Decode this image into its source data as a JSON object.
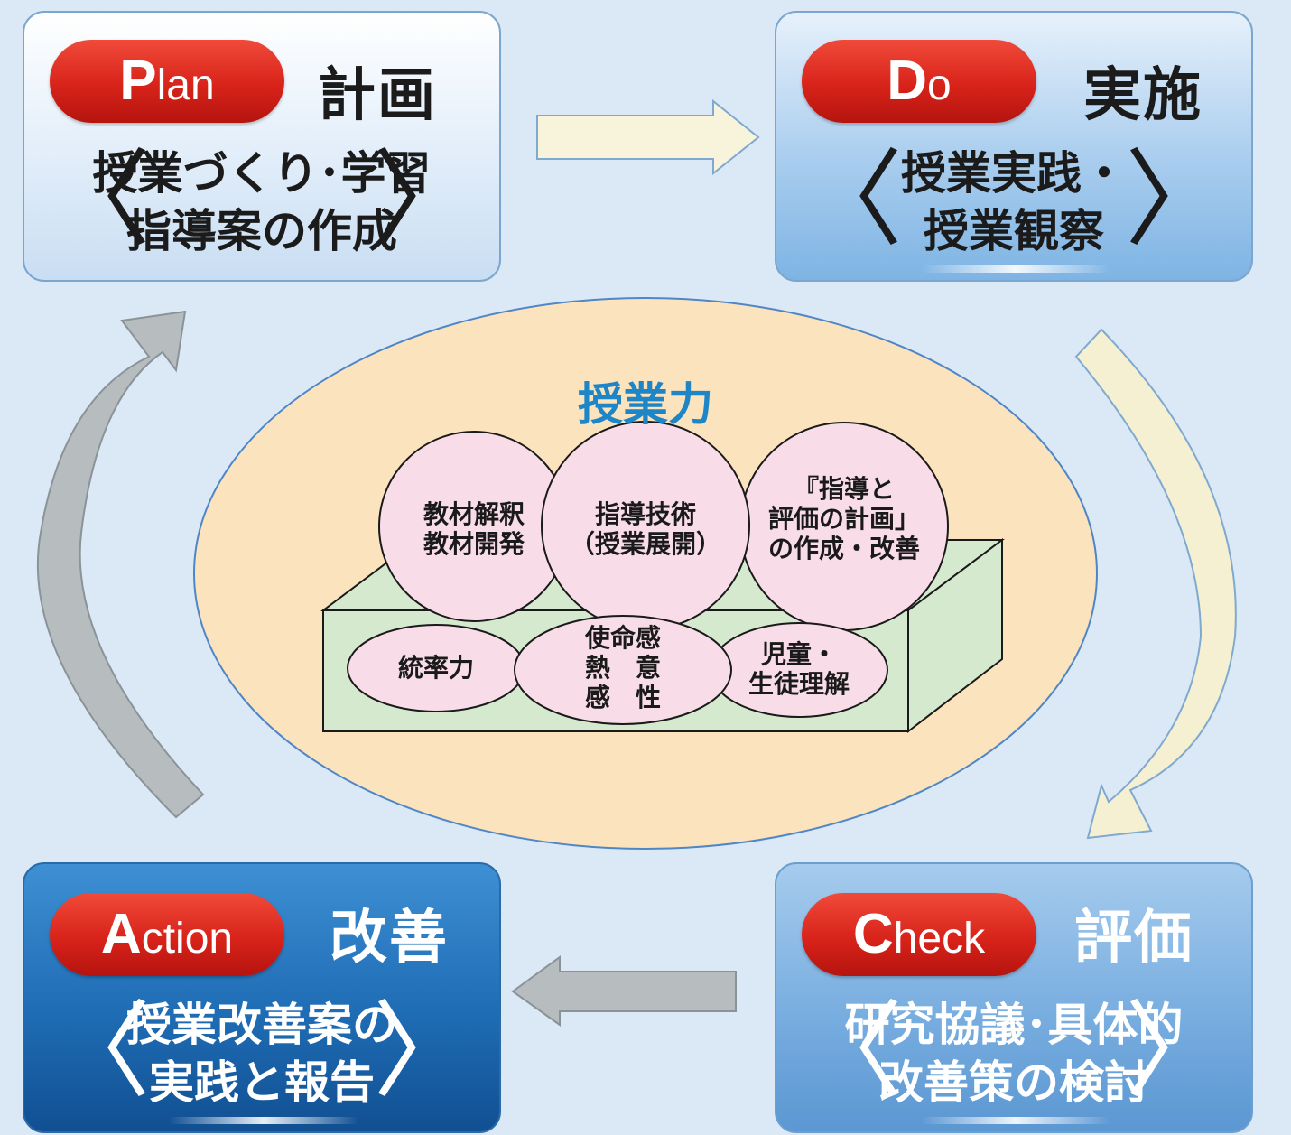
{
  "center": {
    "title": "授業力",
    "top_spheres": [
      {
        "lines": [
          "教材解釈",
          "教材開発"
        ]
      },
      {
        "lines": [
          "指導技術",
          "（授業展開）"
        ]
      },
      {
        "lines": [
          "『指導と",
          "評価の計画」",
          "の作成・改善"
        ]
      }
    ],
    "bottom_ovals": [
      {
        "lines": [
          "統率力"
        ]
      },
      {
        "lines": [
          "使命感",
          "熱　意",
          "感　性"
        ]
      },
      {
        "lines": [
          "児童・",
          "生徒理解"
        ]
      }
    ]
  },
  "cycle": {
    "plan": {
      "label": "Plan",
      "initial": "P",
      "rest": "lan",
      "kanji": "計画",
      "desc": [
        "授業づくり･学習",
        "指導案の作成"
      ]
    },
    "do": {
      "label": "Do",
      "initial": "D",
      "rest": "o",
      "kanji": "実施",
      "desc": [
        "授業実践・",
        "授業観察"
      ]
    },
    "check": {
      "label": "Check",
      "initial": "C",
      "rest": "heck",
      "kanji": "評価",
      "desc": [
        "研究協議･具体的",
        "改善策の検討"
      ]
    },
    "action": {
      "label": "Action",
      "initial": "A",
      "rest": "ction",
      "kanji": "改善",
      "desc": [
        "授業改善案の",
        "実践と報告"
      ]
    }
  },
  "brackets": {
    "open": "〈",
    "close": "〉"
  },
  "colors": {
    "background": "#dbe8f6",
    "pill_red": "#d8231a",
    "title_blue": "#1e86c7",
    "ellipse_fill": "#fbe3bd",
    "sphere_pink": "#f8dce8",
    "box_green": "#d5e9cf",
    "arrow_light": "#f7f3d8",
    "arrow_gray": "#b7bcbf"
  }
}
